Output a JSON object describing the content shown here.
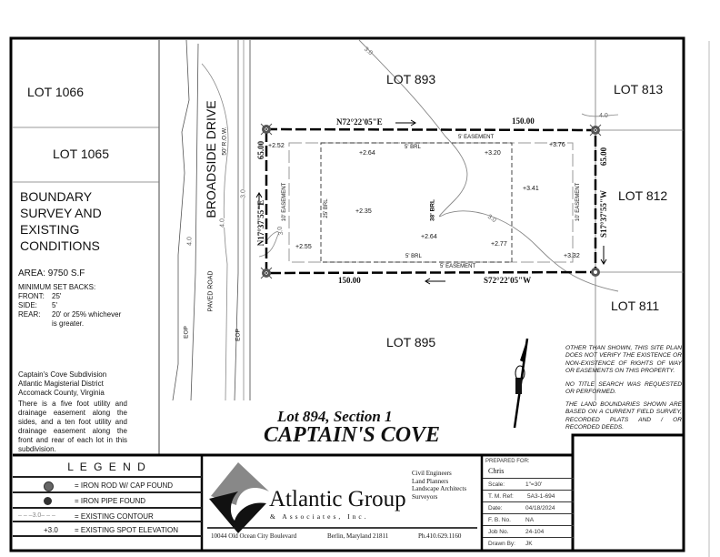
{
  "lots": {
    "lot_1066": "LOT 1066",
    "lot_1065": "LOT 1065",
    "lot_893": "LOT 893",
    "lot_813": "LOT 813",
    "lot_812": "LOT 812",
    "lot_811": "LOT 811",
    "lot_895": "LOT 895"
  },
  "title_block": {
    "survey_title": [
      "BOUNDARY",
      "SURVEY AND",
      "EXISTING",
      "CONDITIONS"
    ],
    "area": "AREA: 9750 S.F",
    "setbacks_heading": "MINIMUM SET BACKS:",
    "setbacks": [
      {
        "label": "FRONT:",
        "value": "25'"
      },
      {
        "label": "SIDE:",
        "value": "5'"
      },
      {
        "label": "REAR:",
        "value": "20' or 25% whichever",
        "value2": "is greater."
      }
    ],
    "subdivision": [
      "Captain's Cove Subdivision",
      "Atlantic Magisterial District",
      "Accomack County, Virginia"
    ],
    "easement_note": "There is a five foot utility and drainage easement along the sides, and a ten foot utility and drainage easement along the front and rear of each lot in this subdivision."
  },
  "road": {
    "name": "BROADSIDE DRIVE",
    "row": "50' R.O.W.",
    "paved": "PAVED ROAD",
    "eop_left": "EOP",
    "eop_right": "EOP",
    "contour_4a": "4.0",
    "contour_4b": "4.0",
    "contour_3": "3.0"
  },
  "bearings": {
    "north": "N72°22'05\"E",
    "north_dist": "150.00",
    "south": "S72°22'05\"W",
    "south_dist": "150.00",
    "west": "N17°37'55\"E",
    "west_dist": "65.00",
    "east": "S17°37'55\"W",
    "east_dist": "65.00"
  },
  "site": {
    "easement_top": "5' EASEMENT",
    "easement_bottom": "5' EASEMENT",
    "easement_left": "10' EASEMENT",
    "easement_right": "10' EASEMENT",
    "brl_top": "5' BRL",
    "brl_bottom": "5' BRL",
    "brl_left": "25' BRL",
    "brl_right": "38' BRL",
    "contour_3_site": "3.0",
    "contour_3_top": "3.0",
    "contour_3_left": "3.0",
    "contour_4_top": "4.0",
    "spots": [
      "+2.52",
      "+2.64",
      "+3.20",
      "+3.76",
      "+3.41",
      "+2.35",
      "+2.64",
      "+2.77",
      "+2.55",
      "+3.32"
    ]
  },
  "plat_title": {
    "lot": "Lot 894, Section 1",
    "name": "CAPTAIN'S COVE"
  },
  "notes": [
    "OTHER THAN SHOWN, THIS SITE PLAN DOES NOT VERIFY THE EXISTENCE OR NON-EXISTENCE OF RIGHTS OF WAY OR EASEMENTS ON THIS PROPERTY.",
    "NO TITLE SEARCH WAS REQUESTED OR PERFORMED.",
    "THE LAND BOUNDARIES SHOWN ARE BASED ON A CURRENT FIELD SURVEY, RECORDED PLATS AND / OR RECORDED DEEDS."
  ],
  "legend": {
    "title": "L E G E N D",
    "items": [
      {
        "icon": "iron-rod-cap-icon",
        "symbol": "",
        "label": "= IRON ROD W/ CAP FOUND"
      },
      {
        "icon": "iron-pipe-icon",
        "symbol": "",
        "label": "= IRON PIPE FOUND"
      },
      {
        "icon": "contour-line-icon",
        "symbol": "– – –3.0– – –",
        "label": "= EXISTING CONTOUR"
      },
      {
        "icon": "spot-elevation-icon",
        "symbol": "+3.0",
        "label": "= EXISTING SPOT ELEVATION"
      }
    ]
  },
  "company": {
    "name": "Atlantic Group",
    "sub": "& Associates, Inc.",
    "services": [
      "Civil Engineers",
      "Land Planners",
      "Landscape Architects",
      "Surveyors"
    ],
    "address": "10044 Old Ocean City Boulevard",
    "city": "Berlin, Maryland 21811",
    "phone": "Ph.410.629.1160"
  },
  "info": {
    "prepared_for_label": "PREPARED FOR:",
    "prepared_for": "Chris",
    "rows": [
      {
        "label": "Scale:",
        "value": "1\"=30'"
      },
      {
        "label": "T. M. Ref:",
        "value": "5A3-1-694"
      },
      {
        "label": "Date:",
        "value": "04/18/2024"
      },
      {
        "label": "F. B. No.",
        "value": "NA"
      },
      {
        "label": "Job No.",
        "value": "24-104"
      },
      {
        "label": "Drawn By:",
        "value": "JK"
      }
    ]
  }
}
